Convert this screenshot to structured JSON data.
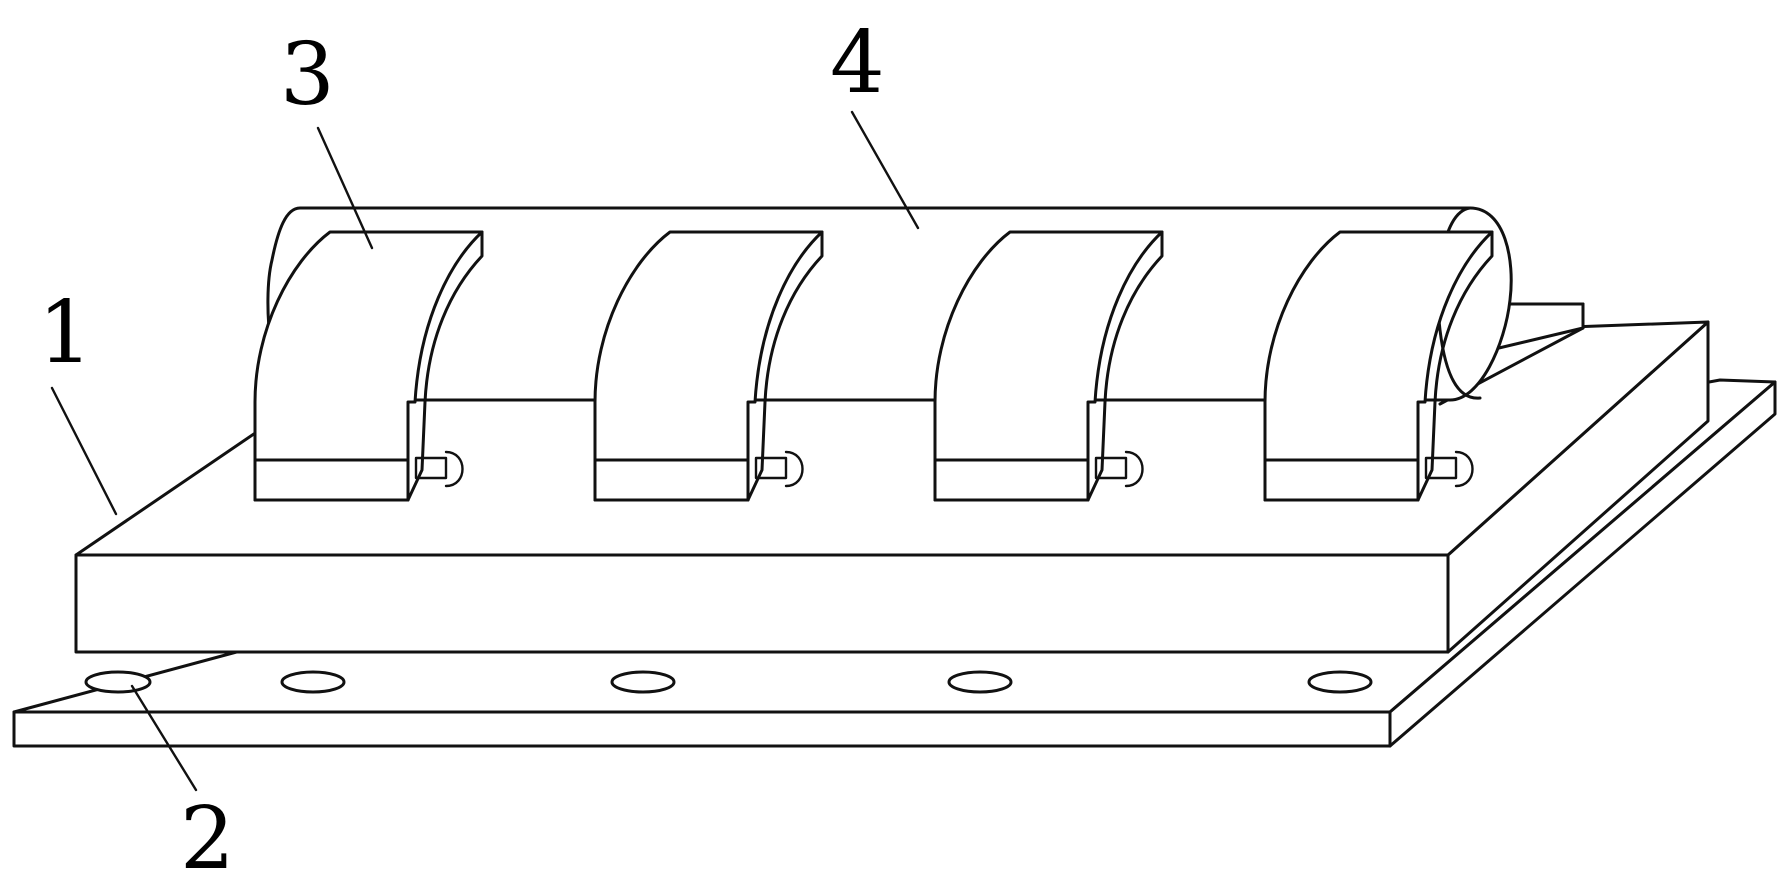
{
  "figure": {
    "callouts": [
      {
        "id": "1",
        "label": "1"
      },
      {
        "id": "2",
        "label": "2"
      },
      {
        "id": "3",
        "label": "3"
      },
      {
        "id": "4",
        "label": "4"
      }
    ],
    "clamp_count": 4,
    "mounting_hole_count": 5,
    "colors": {
      "line": "#111111",
      "fill": "#ffffff",
      "background": "#ffffff"
    }
  }
}
